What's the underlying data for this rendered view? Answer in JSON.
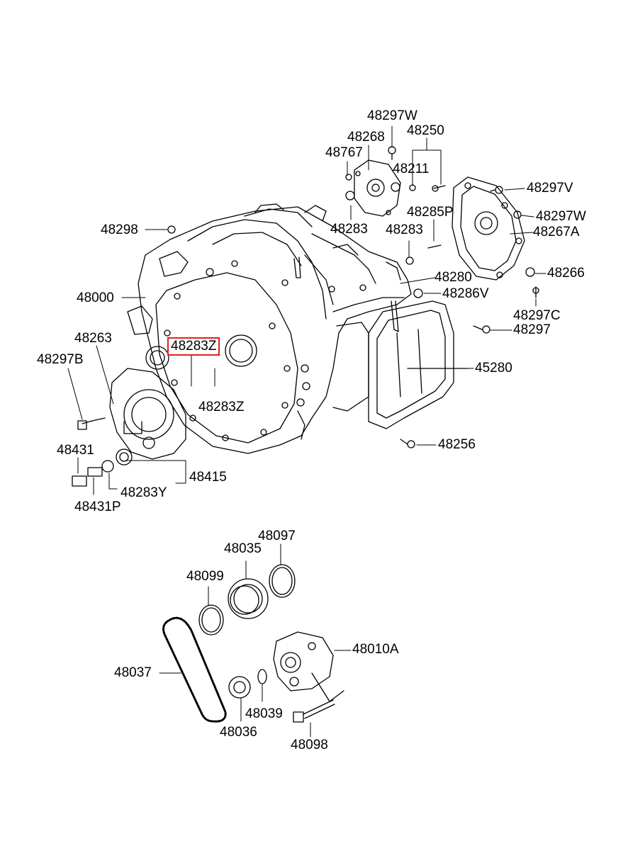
{
  "highlight_color": "#e02020",
  "labels": {
    "p48297w_top": "48297W",
    "p48268": "48268",
    "p48250": "48250",
    "p48767": "48767",
    "p48211": "48211",
    "p48297v": "48297V",
    "p48285p": "48285P",
    "p48297w_right": "48297W",
    "p48298": "48298",
    "p48283_top": "48283",
    "p48283_mid": "48283",
    "p48267a": "48267A",
    "p48280": "48280",
    "p48266": "48266",
    "p48000": "48000",
    "p48286v": "48286V",
    "p48297c": "48297C",
    "p48297": "48297",
    "p48263": "48263",
    "p48283z_highlight": "48283Z",
    "p48297b": "48297B",
    "p45280": "45280",
    "p48283z_lower": "48283Z",
    "p48256": "48256",
    "p48431": "48431",
    "p48415": "48415",
    "p48283y": "48283Y",
    "p48431p": "48431P",
    "p48097": "48097",
    "p48035": "48035",
    "p48099": "48099",
    "p48010a": "48010A",
    "p48037": "48037",
    "p48039": "48039",
    "p48036": "48036",
    "p48098": "48098"
  }
}
